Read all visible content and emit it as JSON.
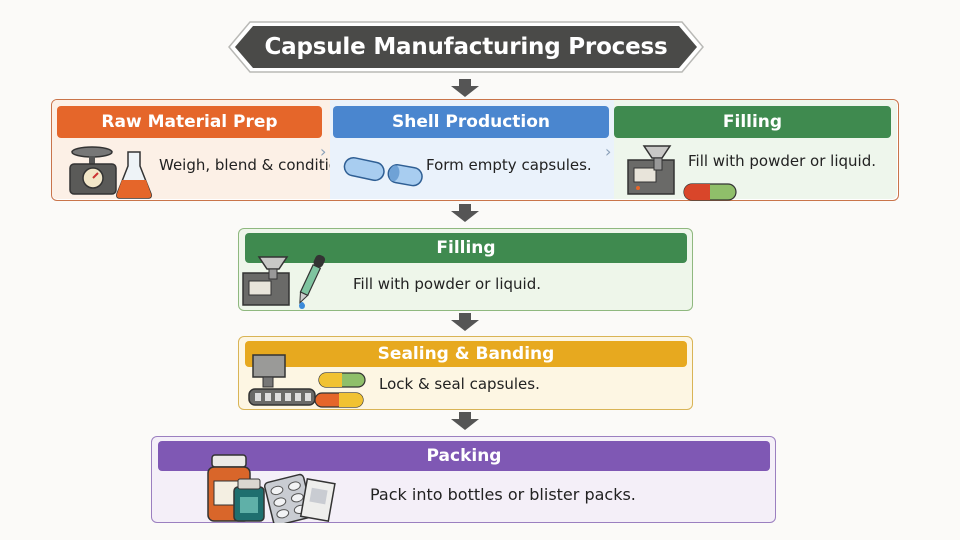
{
  "title": "Capsule Manufacturing Process",
  "colors": {
    "banner": "#4a4a48",
    "raw_material": "#e5662a",
    "shell": "#4a86cf",
    "filling": "#3f8a4f",
    "sealing": "#e7a91f",
    "packing": "#7f58b4",
    "arrow": "#555555"
  },
  "steps": {
    "raw_material": {
      "title": "Raw Material Prep",
      "desc": "Weigh, blend & condition.",
      "icons": [
        "scale-icon",
        "flask-icon"
      ]
    },
    "shell": {
      "title": "Shell Production",
      "desc": "Form empty capsules.",
      "icons": [
        "capsule-icon"
      ]
    },
    "filling_top": {
      "title": "Filling",
      "desc": "Fill with powder or liquid.",
      "icons": [
        "filling-machine-icon",
        "capsule-icon"
      ]
    },
    "filling": {
      "title": "Filling",
      "desc": "Fill with powder or liquid.",
      "icons": [
        "filling-machine-icon",
        "dropper-icon"
      ]
    },
    "sealing": {
      "title": "Sealing & Banding",
      "desc": "Lock & seal capsules.",
      "icons": [
        "sealing-machine-icon",
        "capsule-icon"
      ]
    },
    "packing": {
      "title": "Packing",
      "desc": "Pack into bottles or blister packs.",
      "icons": [
        "bottle-icon",
        "blister-pack-icon"
      ]
    }
  }
}
